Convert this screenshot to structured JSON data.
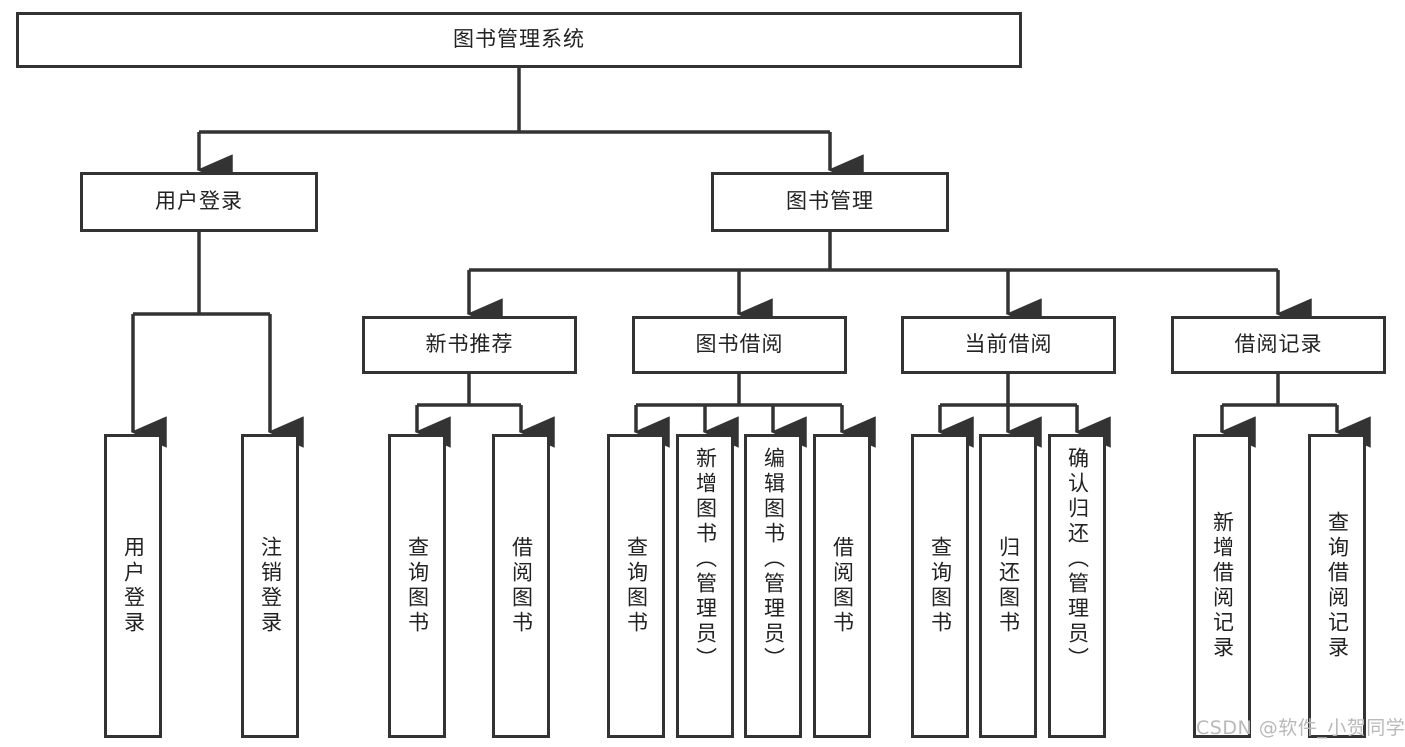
{
  "diagram": {
    "type": "hierarchy-tree",
    "title": "图书管理系统",
    "watermark": "CSDN @软件_小贺同学",
    "colors": {
      "background": "#ffffff",
      "node_fill": "#ffffff",
      "node_stroke": "#333333",
      "connector": "#333333",
      "text": "#222222",
      "watermark": "#b9b9b9"
    },
    "root": {
      "id": "root",
      "label": "图书管理系统"
    },
    "level2": [
      {
        "id": "user-login",
        "label": "用户登录"
      },
      {
        "id": "book-manage",
        "label": "图书管理"
      }
    ],
    "level3": [
      {
        "id": "new-book-recommend",
        "label": "新书推荐",
        "parent": "book-manage"
      },
      {
        "id": "book-borrow",
        "label": "图书借阅",
        "parent": "book-manage"
      },
      {
        "id": "current-borrow",
        "label": "当前借阅",
        "parent": "book-manage"
      },
      {
        "id": "borrow-record",
        "label": "借阅记录",
        "parent": "book-manage"
      }
    ],
    "leaves": [
      {
        "id": "leaf-user-login",
        "label": "用户登录",
        "parent": "user-login"
      },
      {
        "id": "leaf-user-logout",
        "label": "注销登录",
        "parent": "user-login"
      },
      {
        "id": "leaf-query-book-1",
        "label": "查询图书",
        "parent": "new-book-recommend"
      },
      {
        "id": "leaf-borrow-book-1",
        "label": "借阅图书",
        "parent": "new-book-recommend"
      },
      {
        "id": "leaf-query-book-2",
        "label": "查询图书",
        "parent": "book-borrow"
      },
      {
        "id": "leaf-add-book",
        "label": "新增图书（管理员）",
        "parent": "book-borrow"
      },
      {
        "id": "leaf-edit-book",
        "label": "编辑图书（管理员）",
        "parent": "book-borrow"
      },
      {
        "id": "leaf-borrow-book-2",
        "label": "借阅图书",
        "parent": "book-borrow"
      },
      {
        "id": "leaf-query-book-3",
        "label": "查询图书",
        "parent": "current-borrow"
      },
      {
        "id": "leaf-return-book",
        "label": "归还图书",
        "parent": "current-borrow"
      },
      {
        "id": "leaf-confirm-return",
        "label": "确认归还（管理员）",
        "parent": "current-borrow"
      },
      {
        "id": "leaf-add-record",
        "label": "新增借阅记录",
        "parent": "borrow-record"
      },
      {
        "id": "leaf-query-record",
        "label": "查询借阅记录",
        "parent": "borrow-record"
      }
    ]
  }
}
